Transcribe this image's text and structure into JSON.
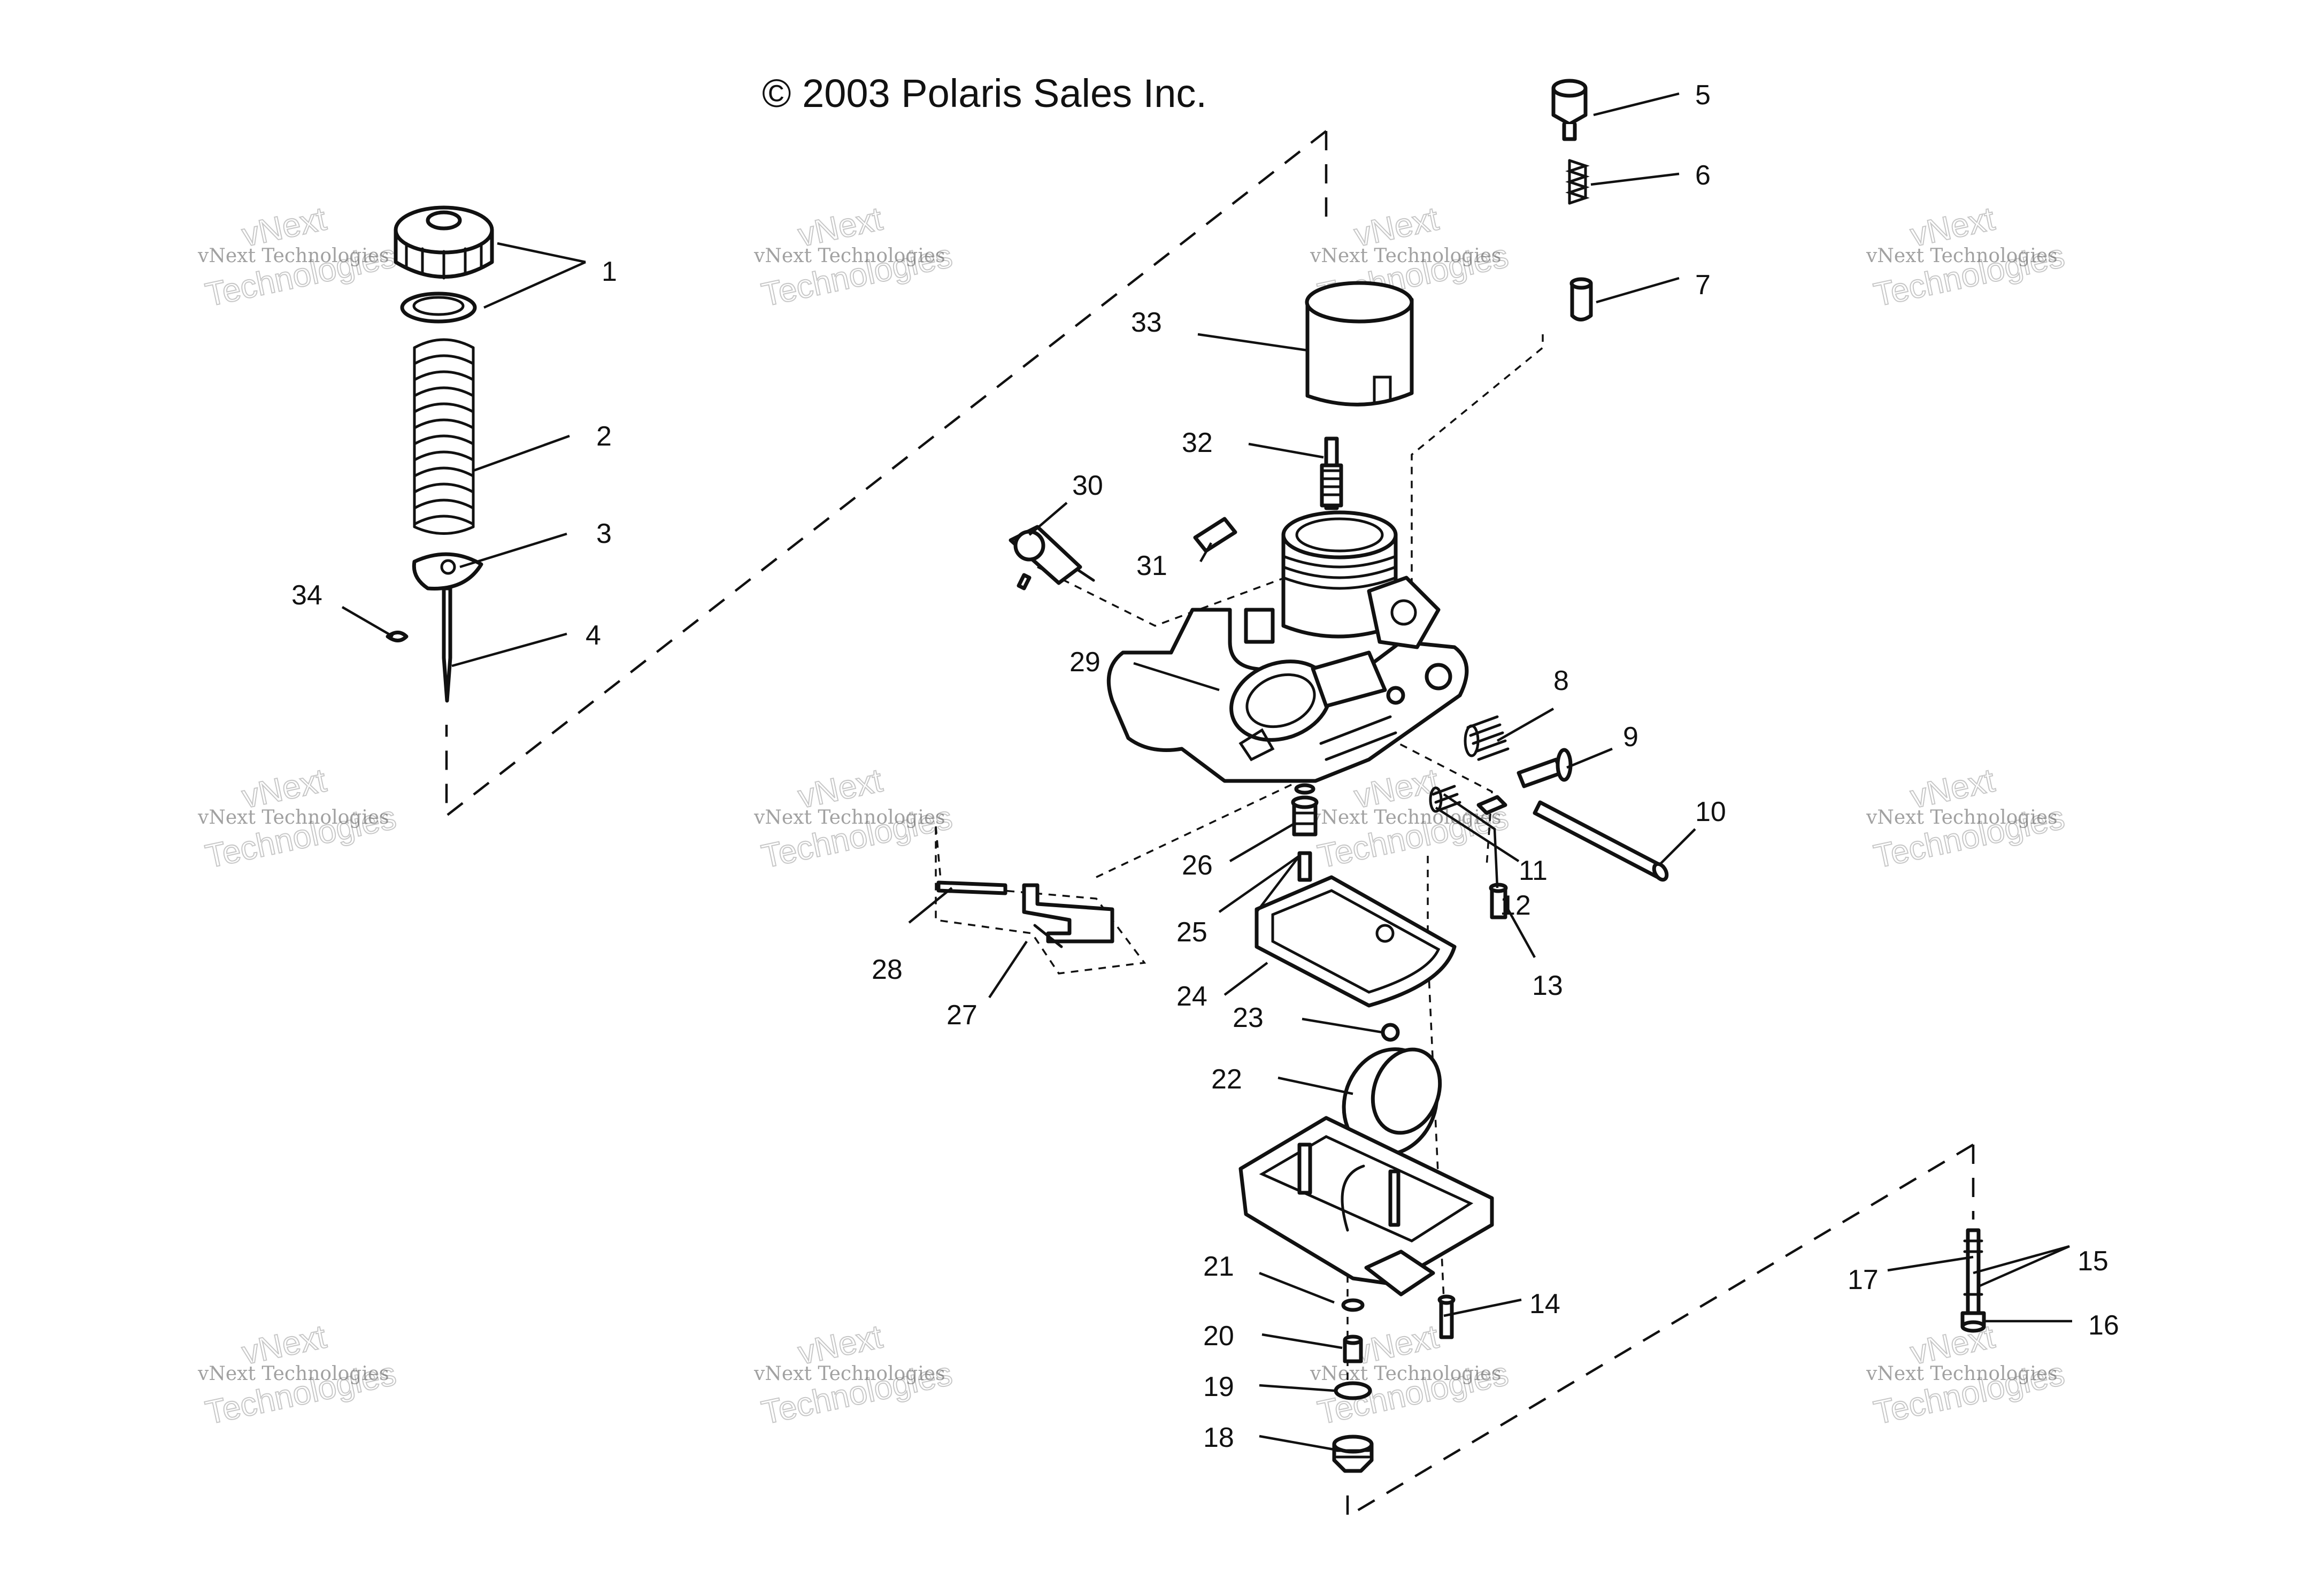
{
  "copyright": "© 2003 Polaris Sales Inc.",
  "watermark": {
    "line1": "vNext Technologies",
    "line2": "vNext",
    "line3": "Technologies"
  },
  "callouts": [
    "1",
    "2",
    "3",
    "4",
    "5",
    "6",
    "7",
    "8",
    "9",
    "10",
    "11",
    "12",
    "13",
    "14",
    "15",
    "16",
    "17",
    "18",
    "19",
    "20",
    "21",
    "22",
    "23",
    "24",
    "25",
    "26",
    "27",
    "28",
    "29",
    "30",
    "31",
    "32",
    "33",
    "34"
  ],
  "colors": {
    "line": "#111111",
    "background": "#ffffff",
    "watermark": "#9a9a9a"
  }
}
